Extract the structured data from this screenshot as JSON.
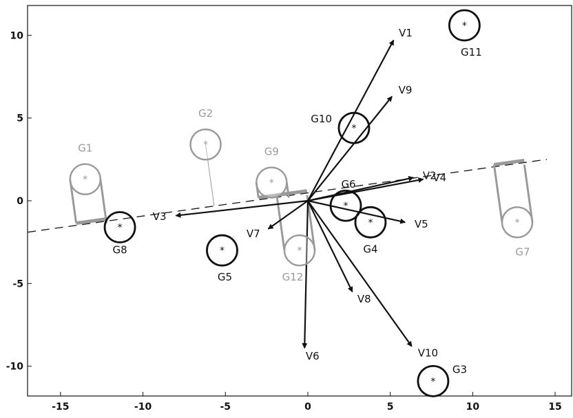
{
  "chart_data": {
    "type": "scatter",
    "title": "",
    "xlabel": "",
    "ylabel": "",
    "xlim": [
      -17,
      16
    ],
    "ylim": [
      -11.8,
      11.8
    ],
    "xticks": [
      -15,
      -10,
      -5,
      0,
      5,
      10,
      15
    ],
    "yticks": [
      10,
      5,
      0,
      -5,
      -10
    ],
    "grid": false,
    "colors": {
      "primary": "#111111",
      "secondary": "#9a9a9a"
    },
    "dashed_line": {
      "from": [
        -17,
        -1.9
      ],
      "to": [
        14.5,
        2.5
      ]
    },
    "vectors": [
      {
        "label": "V1",
        "x": 5.2,
        "y": 9.7
      },
      {
        "label": "V2",
        "x": 6.4,
        "y": 1.4
      },
      {
        "label": "V3",
        "x": -8.0,
        "y": -0.9
      },
      {
        "label": "V4",
        "x": 7.0,
        "y": 1.3
      },
      {
        "label": "V5",
        "x": 5.9,
        "y": -1.3
      },
      {
        "label": "V6",
        "x": -0.2,
        "y": -8.9
      },
      {
        "label": "V7",
        "x": -2.4,
        "y": -1.7
      },
      {
        "label": "V8",
        "x": 2.7,
        "y": -5.5
      },
      {
        "label": "V9",
        "x": 5.1,
        "y": 6.3
      },
      {
        "label": "V10",
        "x": 6.3,
        "y": -8.8
      }
    ],
    "groups": [
      {
        "label": "G1",
        "x": -13.5,
        "y": 1.3,
        "style": "grey",
        "projection": true
      },
      {
        "label": "G2",
        "x": -6.2,
        "y": 3.4,
        "style": "grey",
        "projection": true
      },
      {
        "label": "G3",
        "x": 7.6,
        "y": -10.9,
        "style": "black",
        "projection": false
      },
      {
        "label": "G4",
        "x": 3.8,
        "y": -1.3,
        "style": "black",
        "projection": false
      },
      {
        "label": "G5",
        "x": -5.2,
        "y": -3.0,
        "style": "black",
        "projection": false
      },
      {
        "label": "G6",
        "x": 2.3,
        "y": -0.3,
        "style": "black",
        "projection": false
      },
      {
        "label": "G7",
        "x": 12.7,
        "y": -1.3,
        "style": "grey",
        "projection": true
      },
      {
        "label": "G8",
        "x": -11.4,
        "y": -1.6,
        "style": "black",
        "projection": false
      },
      {
        "label": "G9",
        "x": -2.2,
        "y": 1.1,
        "style": "grey",
        "projection": true
      },
      {
        "label": "G10",
        "x": 2.8,
        "y": 4.4,
        "style": "black",
        "projection": false
      },
      {
        "label": "G11",
        "x": 9.5,
        "y": 10.6,
        "style": "black",
        "projection": false
      },
      {
        "label": "G12",
        "x": -0.5,
        "y": -3.0,
        "style": "grey",
        "projection": true
      }
    ]
  }
}
